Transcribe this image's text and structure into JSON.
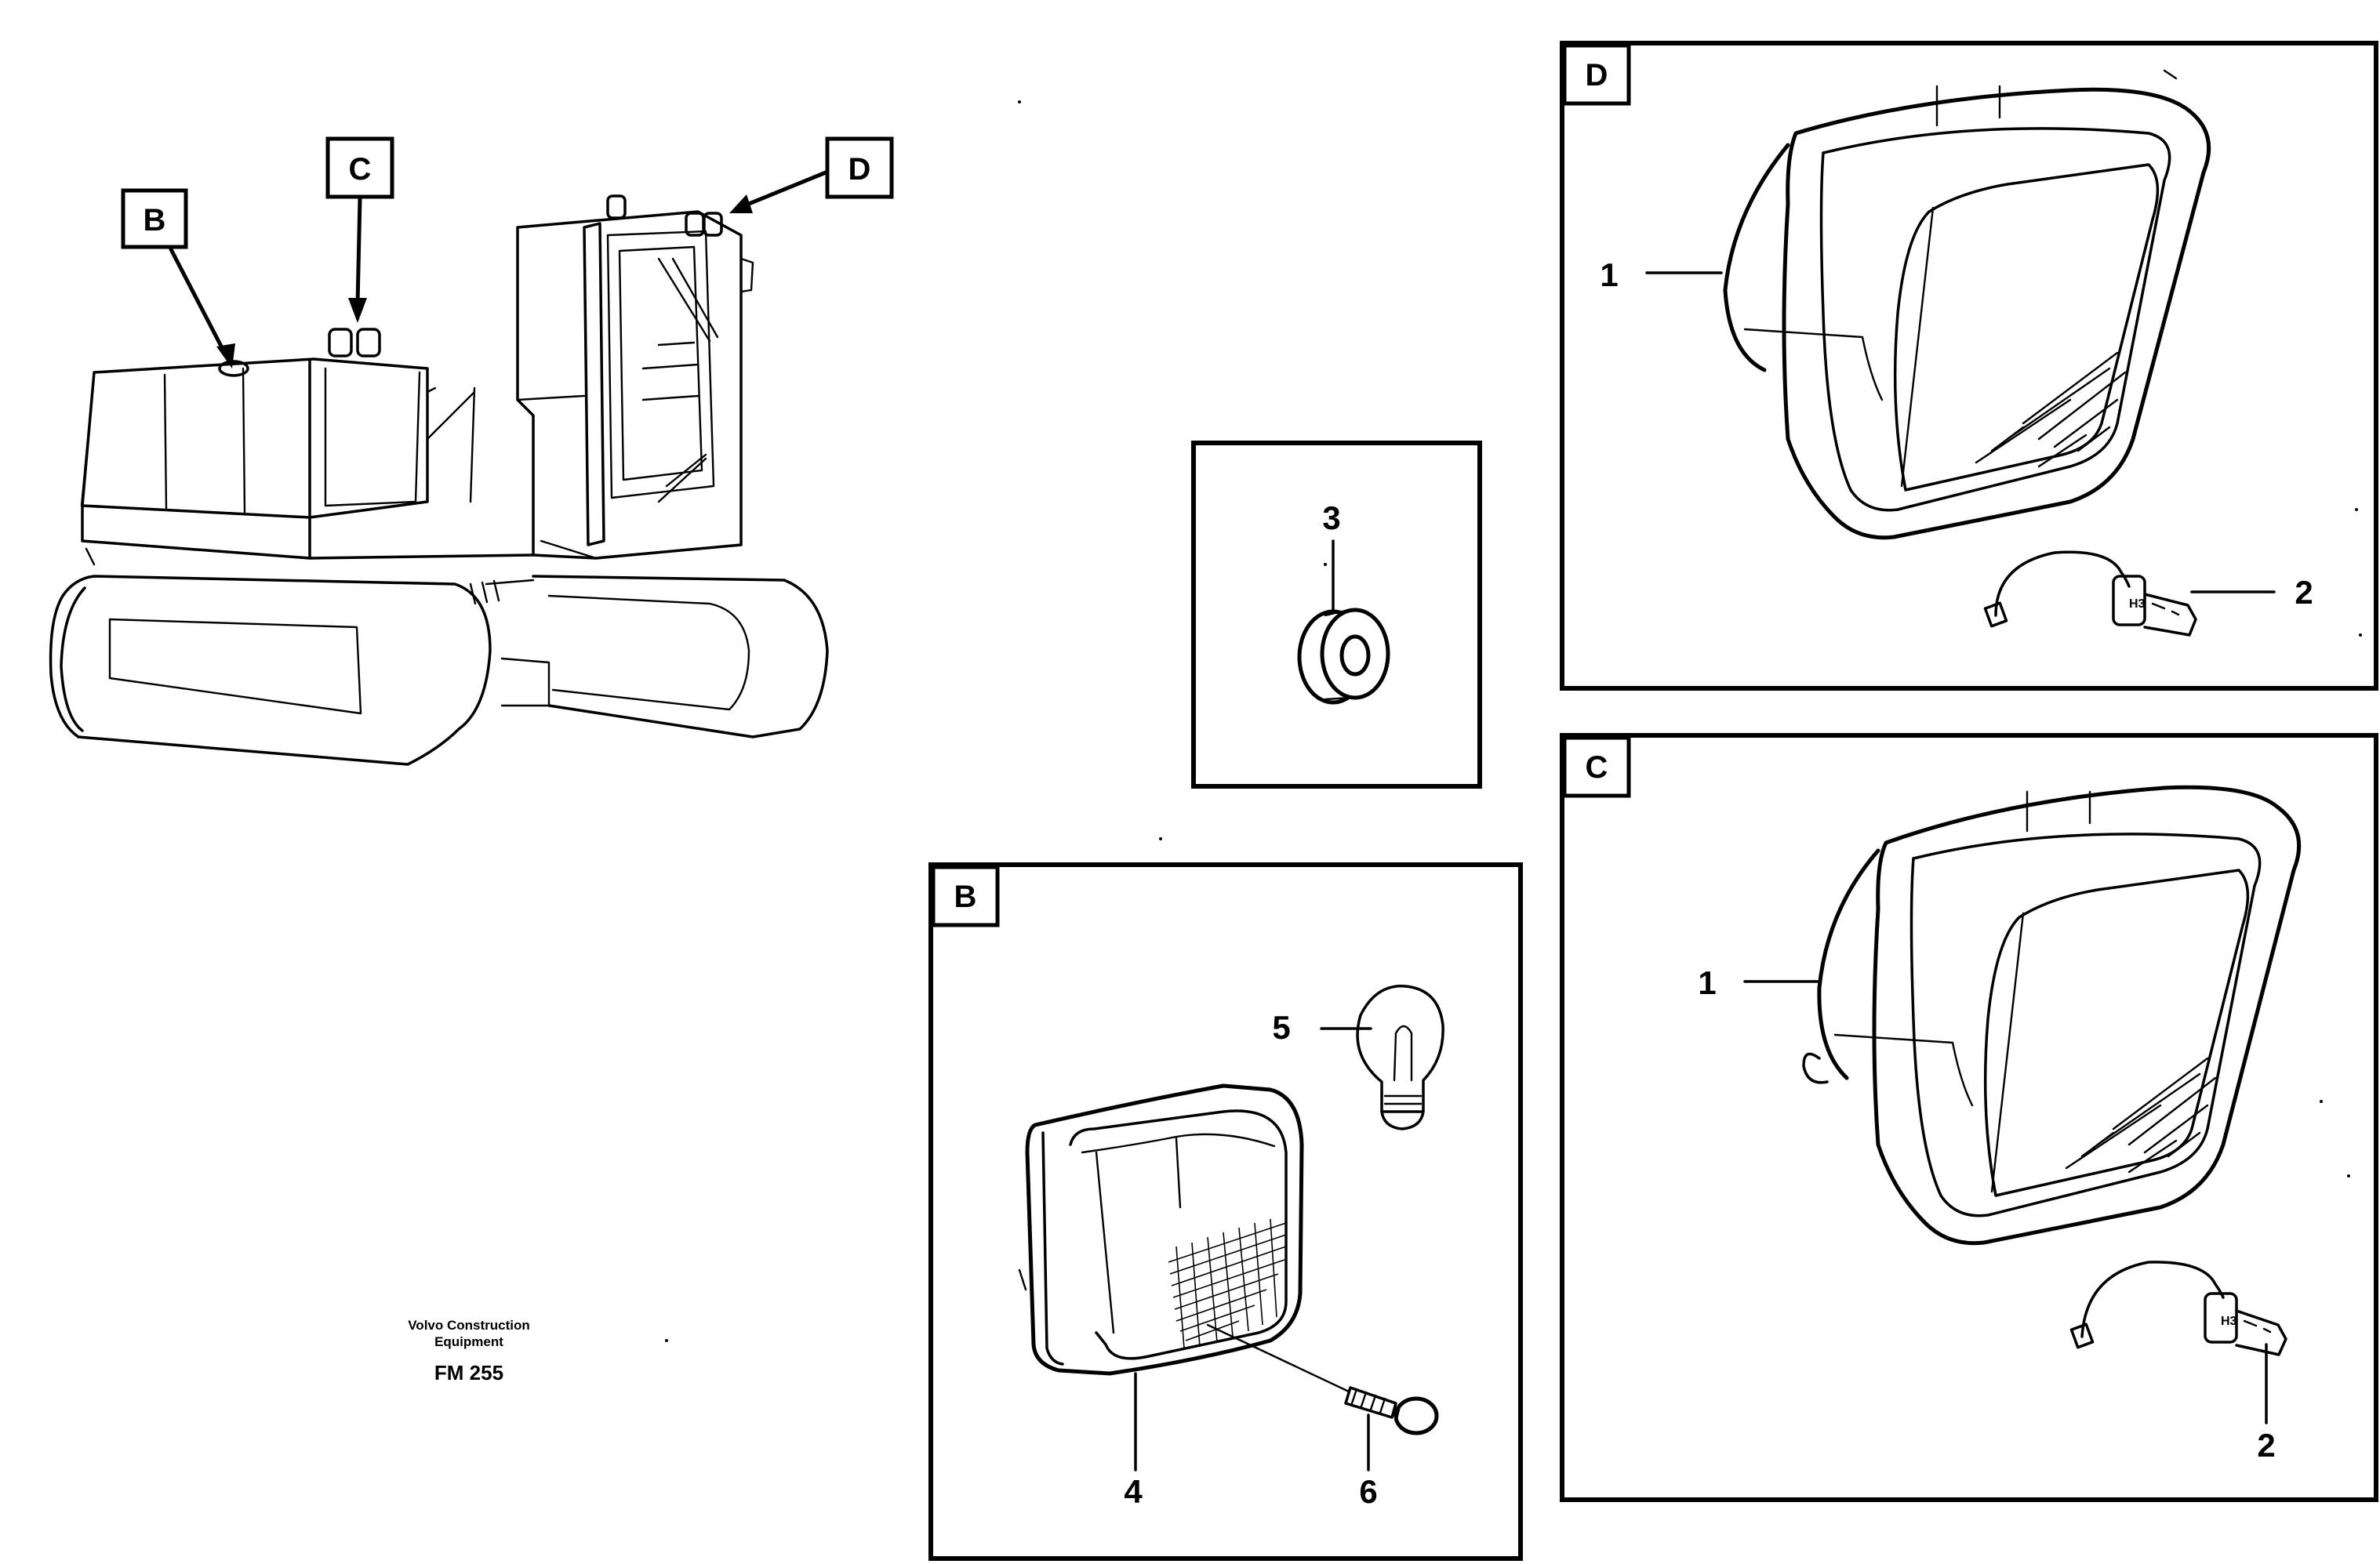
{
  "overview": {
    "callouts": [
      {
        "id": "B",
        "label": "B"
      },
      {
        "id": "C",
        "label": "C"
      },
      {
        "id": "D",
        "label": "D"
      }
    ]
  },
  "caption": {
    "line1": "Volvo Construction",
    "line2": "Equipment",
    "code": "FM 255"
  },
  "panels": {
    "grommet": {
      "part_number": "3"
    },
    "b": {
      "tag": "B",
      "parts": [
        "5",
        "4",
        "6"
      ]
    },
    "d": {
      "tag": "D",
      "parts": [
        "1",
        "2"
      ]
    },
    "c": {
      "tag": "C",
      "parts": [
        "1",
        "2"
      ]
    }
  }
}
